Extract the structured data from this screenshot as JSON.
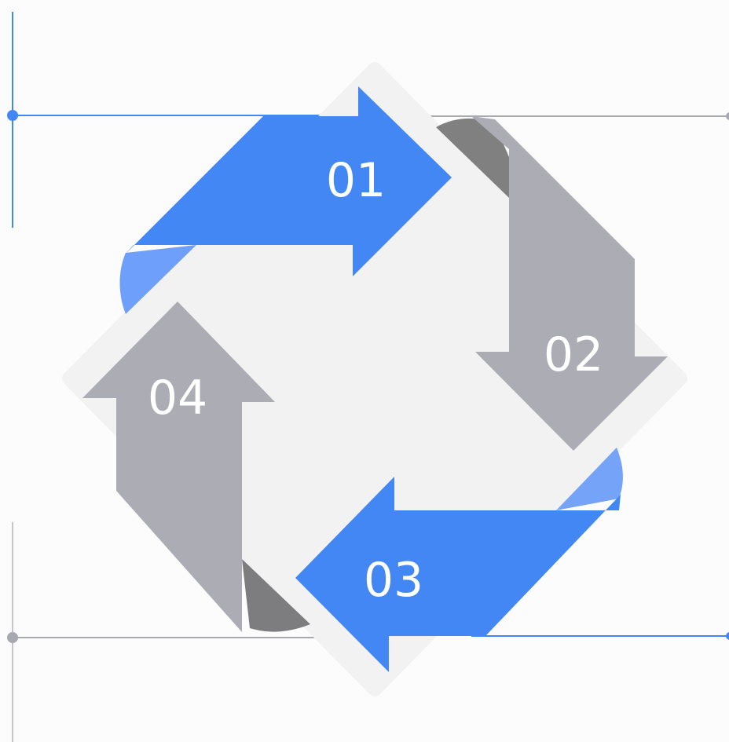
{
  "steps": [
    {
      "number": "01",
      "color": "#4387f5",
      "shade": "#6d9ffb"
    },
    {
      "number": "02",
      "color": "#abacb4",
      "shade": "#808080"
    },
    {
      "number": "03",
      "color": "#4387f5",
      "shade": "#6d9ffb"
    },
    {
      "number": "04",
      "color": "#abacb4",
      "shade": "#808080"
    }
  ],
  "colors": {
    "background": "#fcfcfc",
    "panel": "#f2f2f3",
    "accent_blue": "#4387f5",
    "accent_gray": "#a8a9b0",
    "number_text": "#ffffff"
  }
}
